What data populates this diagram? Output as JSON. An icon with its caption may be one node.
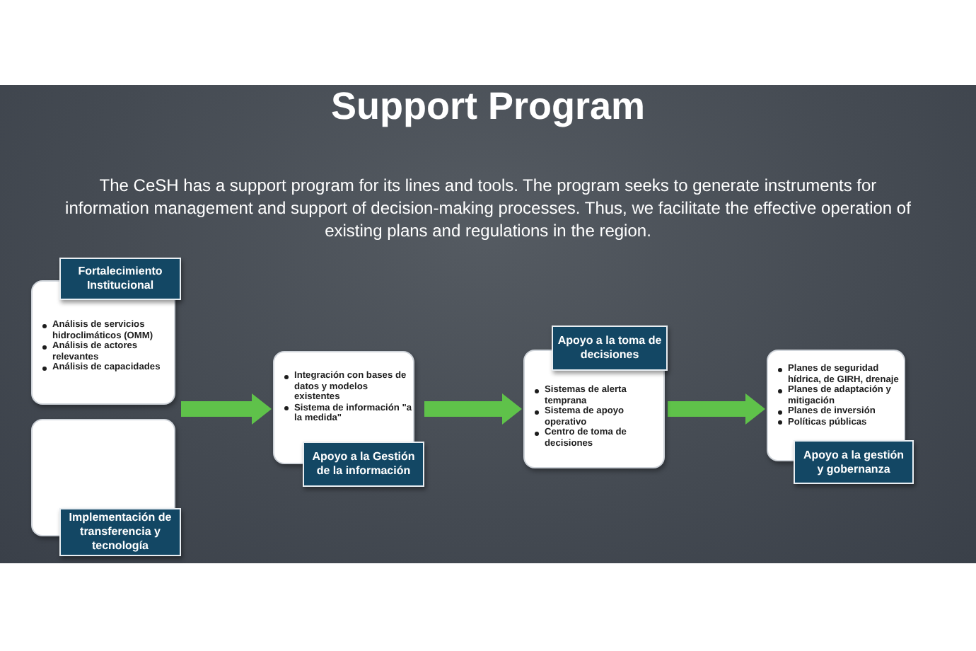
{
  "diagram": {
    "title": "Support Program",
    "nodes": [
      {
        "text": [
          "Fortalecimiento Institucional",
          "Análisis de servicios hidroclimáticos (OMM)",
          "Análisis de actores relevantes",
          "Análisis de capacidades"
        ]
      },
      {
        "text": [
          "Implementación de transferencia y tecnología"
        ]
      },
      {
        "text": [
          "Integración con bases de datos y modelos existentes",
          "Sistema de información \"a la medida\"",
          "Apoyo a la Gestión de la información"
        ]
      },
      {
        "text": [
          "Apoyo a la toma de decisiones",
          "Sistemas de alerta temprana",
          "Sistema de apoyo operativo",
          "Centro de toma de decisiones"
        ]
      },
      {
        "text": [
          "Planes de seguridad hídrica, de GIRH, drenaje",
          "Planes de adaptación y mitigación",
          "Planes de inversión",
          "Políticas públicas",
          "Apoyo a la gestión y gobernanza"
        ]
      }
    ],
    "edges": [
      {
        "from": 0,
        "to": 2,
        "arrow": "to"
      },
      {
        "from": 1,
        "to": 2,
        "arrow": "to"
      },
      {
        "from": 2,
        "to": 3,
        "arrow": "to"
      },
      {
        "from": 3,
        "to": 4,
        "arrow": "to"
      }
    ],
    "labels": [
      "The CeSH has a support program for its lines and tools. The program seeks to generate instruments for information management and support of decision-making processes. Thus, we facilitate the effective operation of existing plans and regulations in the region."
    ]
  }
}
